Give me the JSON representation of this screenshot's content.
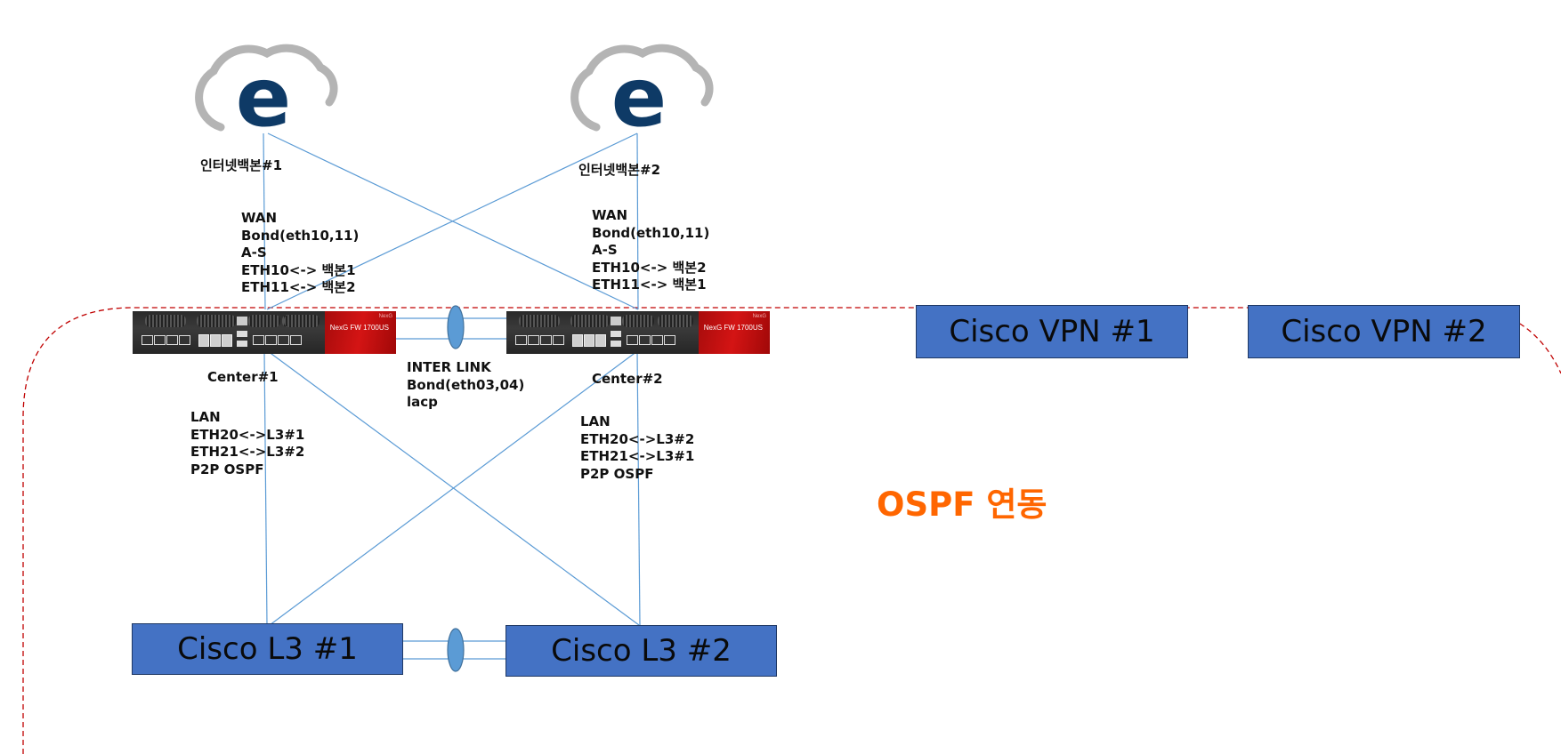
{
  "diagram": {
    "clouds": [
      {
        "id": "cloud-1",
        "icon": "internet-cloud-icon",
        "glyph": "e",
        "label": "인터넷백본#1"
      },
      {
        "id": "cloud-2",
        "icon": "internet-cloud-icon",
        "glyph": "e",
        "label": "인터넷백본#2"
      }
    ],
    "wan_labels": {
      "center1": [
        "WAN",
        "Bond(eth10,11)",
        "A-S",
        "ETH10<-> 백본1",
        "ETH11<-> 백본2"
      ],
      "center2": [
        "WAN",
        "Bond(eth10,11)",
        "A-S",
        "ETH10<-> 백본2",
        "ETH11<-> 백본1"
      ]
    },
    "firewalls": [
      {
        "id": "center1",
        "label": "Center#1",
        "brand": "NexG",
        "model": "NexG FW 1700US"
      },
      {
        "id": "center2",
        "label": "Center#2",
        "brand": "NexG",
        "model": "NexG FW 1700US"
      }
    ],
    "inter_link": [
      "INTER LINK",
      "Bond(eth03,04)",
      "lacp"
    ],
    "lan_labels": {
      "center1": [
        "LAN",
        "ETH20<->L3#1",
        "ETH21<->L3#2",
        "P2P OSPF"
      ],
      "center2": [
        "LAN",
        "ETH20<->L3#2",
        "ETH21<->L3#1",
        "P2P OSPF"
      ]
    },
    "switches": [
      {
        "id": "l3-1",
        "label": "Cisco L3 #1"
      },
      {
        "id": "l3-2",
        "label": "Cisco L3 #2"
      }
    ],
    "vpns": [
      {
        "id": "vpn-1",
        "label": "Cisco VPN #1"
      },
      {
        "id": "vpn-2",
        "label": "Cisco VPN #2"
      }
    ],
    "ospf_zone_label": "OSPF 연동",
    "colors": {
      "link": "#5b9bd5",
      "zone_border": "#c00000",
      "device_box": "#4472c4",
      "device_box_border": "#1f3864",
      "ospf_text": "#ff6600",
      "cloud_outline": "#b4b4b4",
      "cloud_glyph": "#0e3a66",
      "firewall_accent": "#c00000"
    }
  }
}
